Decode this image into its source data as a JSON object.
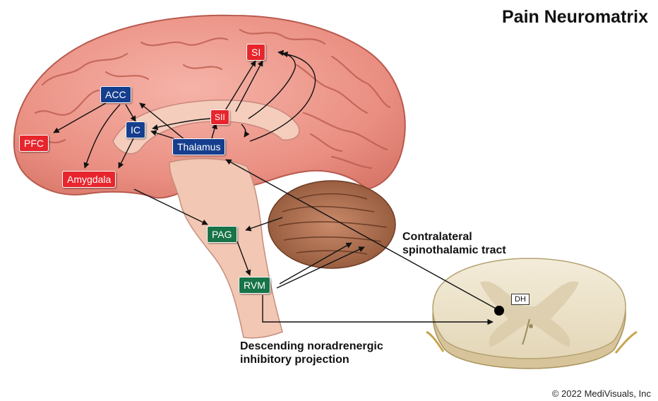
{
  "title": "Pain Neuromatrix",
  "nodes": {
    "si": "SI",
    "sii": "SII",
    "acc": "ACC",
    "ic": "IC",
    "pfc": "PFC",
    "thalamus": "Thalamus",
    "amygdala": "Amygdala",
    "pag": "PAG",
    "rvm": "RVM",
    "dh": "DH"
  },
  "labels": {
    "tract_line1": "Contralateral",
    "tract_line2": "spinothalamic tract",
    "desc_line1": "Descending noradrenergic",
    "desc_line2": "inhibitory projection"
  },
  "copyright": "© 2022 MediVisuals, Inc",
  "colors": {
    "cortical_region": "#e8252c",
    "limbic_region": "#153e8e",
    "brainstem_region": "#177348"
  }
}
